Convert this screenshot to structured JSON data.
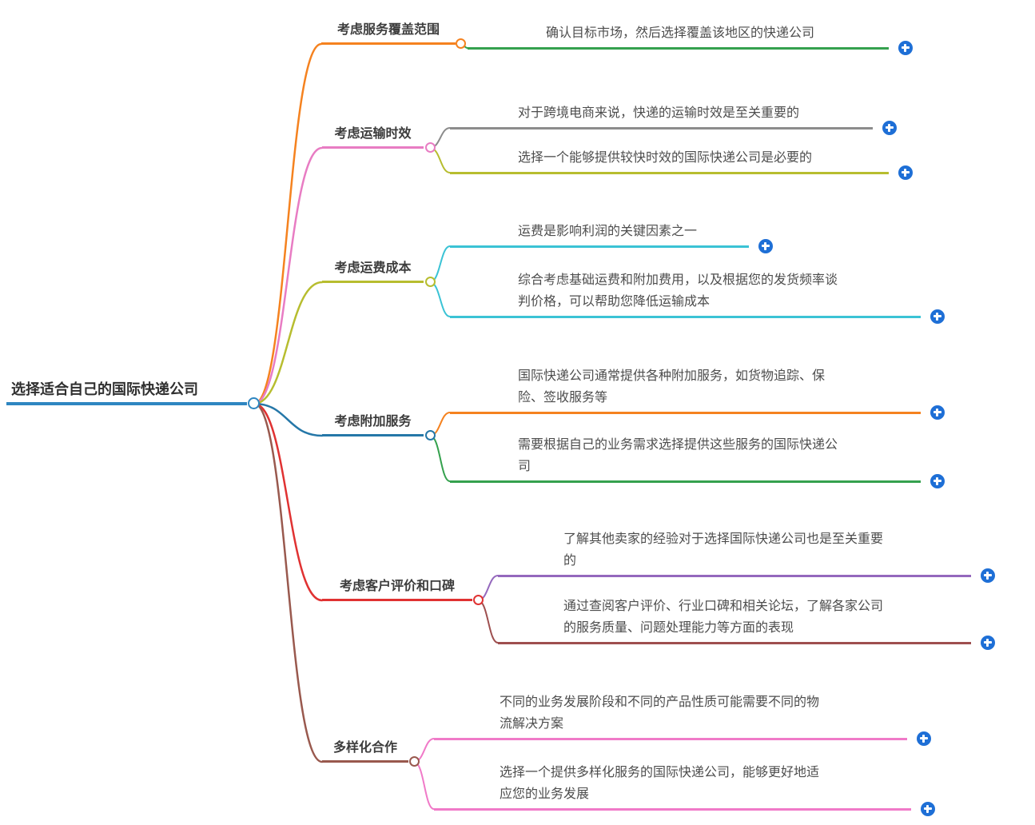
{
  "palette": {
    "root_blue": "#2e86c1",
    "orange": "#f5821f",
    "pink": "#e87cc3",
    "olive": "#b7bd2f",
    "cyan": "#3bc3d5",
    "steel_blue": "#2577a8",
    "green": "#35a14e",
    "gray": "#8c8c8c",
    "red": "#e03232",
    "purple": "#9468bd",
    "maroon": "#9e4f4f",
    "brown": "#99594e",
    "leaf_pink": "#f07ac8",
    "plus_blue": "#1e6fd6"
  },
  "icons": {
    "plus": "+",
    "handle": "circle"
  },
  "root": {
    "label": "选择适合自己的国际快递公司"
  },
  "branches": [
    {
      "label": "考虑服务覆盖范围",
      "children": [
        {
          "text": "确认目标市场，然后选择覆盖该地区的快递公司"
        }
      ]
    },
    {
      "label": "考虑运输时效",
      "children": [
        {
          "text": "对于跨境电商来说，快递的运输时效是至关重要的"
        },
        {
          "text": "选择一个能够提供较快时效的国际快递公司是必要的"
        }
      ]
    },
    {
      "label": "考虑运费成本",
      "children": [
        {
          "text": "运费是影响利润的关键因素之一"
        },
        {
          "text": "综合考虑基础运费和附加费用，以及根据您的发货频率谈判价格，可以帮助您降低运输成本"
        }
      ]
    },
    {
      "label": "考虑附加服务",
      "children": [
        {
          "text": "国际快递公司通常提供各种附加服务，如货物追踪、保险、签收服务等"
        },
        {
          "text": "需要根据自己的业务需求选择提供这些服务的国际快递公司"
        }
      ]
    },
    {
      "label": "考虑客户评价和口碑",
      "children": [
        {
          "text": "了解其他卖家的经验对于选择国际快递公司也是至关重要的"
        },
        {
          "text": "通过查阅客户评价、行业口碑和相关论坛，了解各家公司的服务质量、问题处理能力等方面的表现"
        }
      ]
    },
    {
      "label": "多样化合作",
      "children": [
        {
          "text": "不同的业务发展阶段和不同的产品性质可能需要不同的物流解决方案"
        },
        {
          "text": "选择一个提供多样化服务的国际快递公司，能够更好地适应您的业务发展"
        }
      ]
    }
  ]
}
